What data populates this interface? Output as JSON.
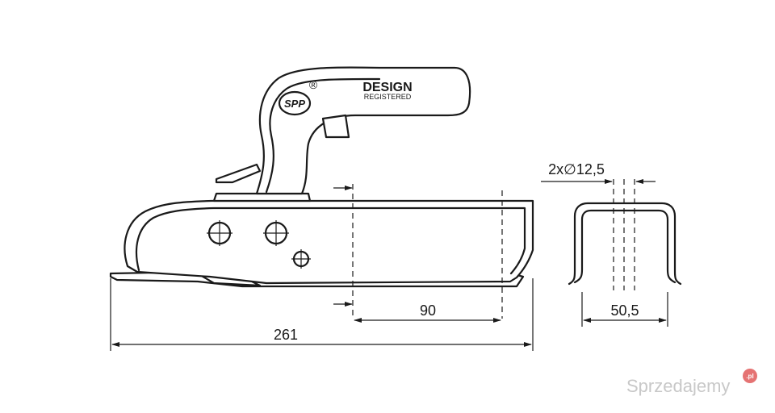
{
  "labels": {
    "design": "DESIGN",
    "registered": "REGISTERED",
    "brand": "SPP",
    "registered_mark": "®"
  },
  "dimensions": {
    "overall_length": "261",
    "hole_offset": "90",
    "channel_width": "50,5",
    "holes": "2x∅12,5"
  },
  "watermark": {
    "text": "Sprzedajemy",
    "tld": ".pl"
  },
  "colors": {
    "ink": "#1a1a1a",
    "watermark": "#c8c8c8",
    "watermark_badge": "#e57373"
  }
}
